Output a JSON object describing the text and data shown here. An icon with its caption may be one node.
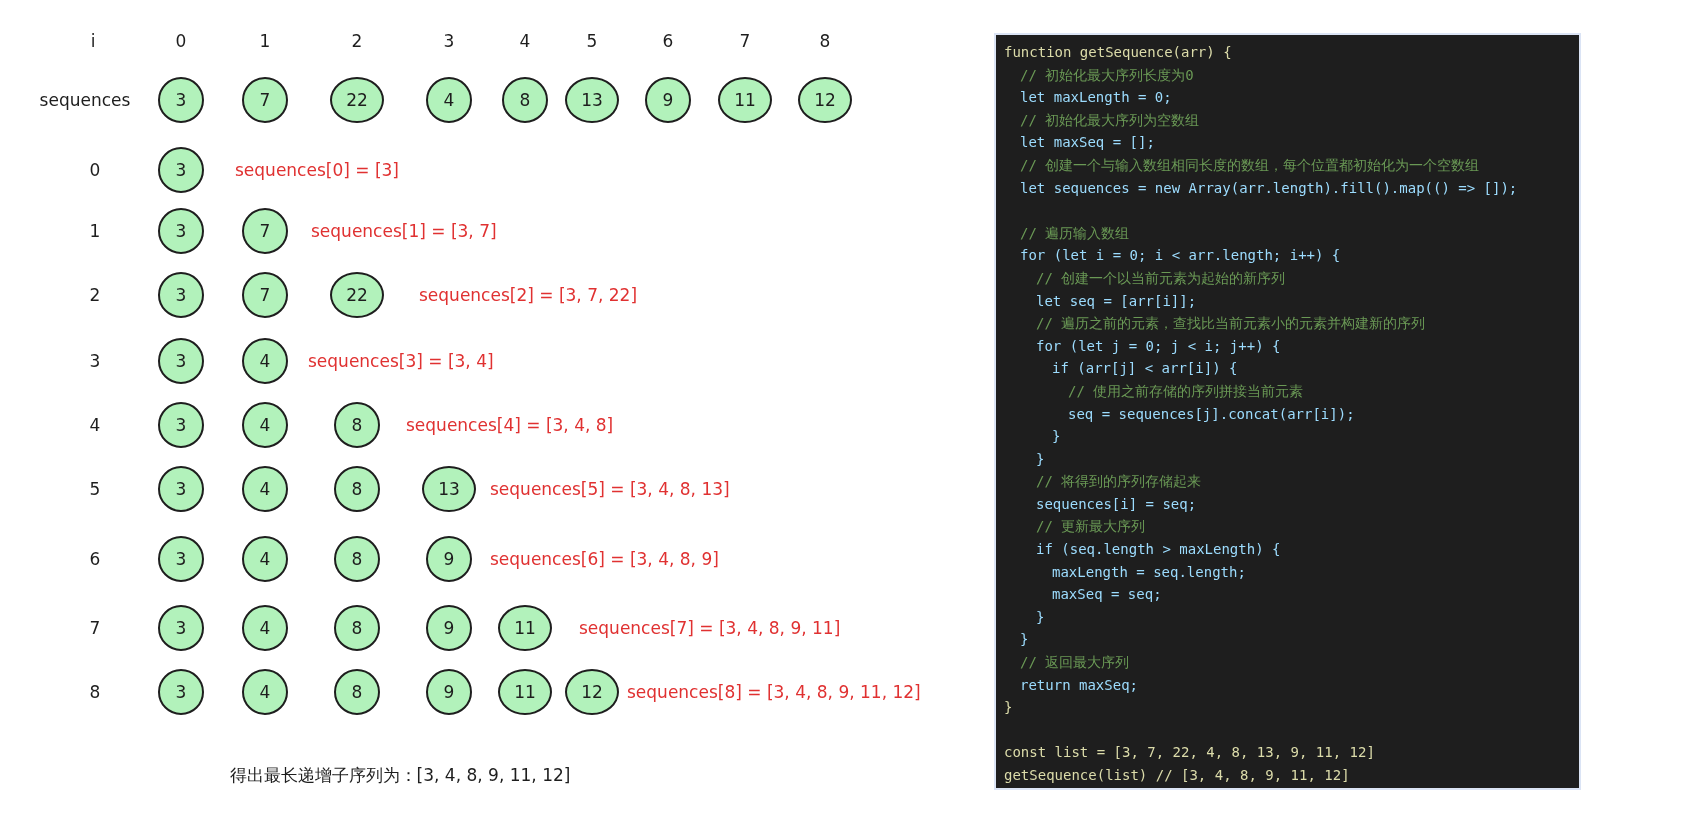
{
  "diagram": {
    "nodes": [
      {
        "text": [
          "3"
        ]
      },
      {
        "text": [
          "7"
        ]
      },
      {
        "text": [
          "22"
        ]
      },
      {
        "text": [
          "4"
        ]
      },
      {
        "text": [
          "8"
        ]
      },
      {
        "text": [
          "13"
        ]
      },
      {
        "text": [
          "9"
        ]
      },
      {
        "text": [
          "11"
        ]
      },
      {
        "text": [
          "12"
        ]
      },
      {
        "text": [
          "3"
        ]
      },
      {
        "text": [
          "3"
        ]
      },
      {
        "text": [
          "7"
        ]
      },
      {
        "text": [
          "3"
        ]
      },
      {
        "text": [
          "7"
        ]
      },
      {
        "text": [
          "22"
        ]
      },
      {
        "text": [
          "3"
        ]
      },
      {
        "text": [
          "4"
        ]
      },
      {
        "text": [
          "3"
        ]
      },
      {
        "text": [
          "4"
        ]
      },
      {
        "text": [
          "8"
        ]
      },
      {
        "text": [
          "3"
        ]
      },
      {
        "text": [
          "4"
        ]
      },
      {
        "text": [
          "8"
        ]
      },
      {
        "text": [
          "13"
        ]
      },
      {
        "text": [
          "3"
        ]
      },
      {
        "text": [
          "4"
        ]
      },
      {
        "text": [
          "8"
        ]
      },
      {
        "text": [
          "9"
        ]
      },
      {
        "text": [
          "3"
        ]
      },
      {
        "text": [
          "4"
        ]
      },
      {
        "text": [
          "8"
        ]
      },
      {
        "text": [
          "9"
        ]
      },
      {
        "text": [
          "11"
        ]
      },
      {
        "text": [
          "3"
        ]
      },
      {
        "text": [
          "4"
        ]
      },
      {
        "text": [
          "8"
        ]
      },
      {
        "text": [
          "9"
        ]
      },
      {
        "text": [
          "11"
        ]
      },
      {
        "text": [
          "12"
        ]
      },
      {
        "text": [
          "function getSequence(arr) {",
          "// 初始化最大序列长度为0",
          "let maxLength = 0;",
          "// 初始化最大序列为空数组",
          "let maxSeq = [];",
          "// 创建一个与输入数组相同长度的数组，每个位置都初始化为一个空数组",
          "let sequences = new Array(arr.length).fill().map(() => []);",
          "// 遍历输入数组",
          "for (let i = 0; i < arr.length; i++) {",
          "// 创建一个以当前元素为起始的新序列",
          "let seq = [arr[i]];",
          "// 遍历之前的元素，查找比当前元素小的元素并构建新的序列",
          "for (let j = 0; j < i; j++) {",
          "if (arr[j] < arr[i]) {",
          "// 使用之前存储的序列拼接当前元素",
          "seq = sequences[j].concat(arr[i]);",
          "}",
          "}",
          "// 将得到的序列存储起来",
          "sequences[i] = seq;",
          "// 更新最大序列",
          "if (seq.length > maxLength) {",
          "maxLength = seq.length;",
          "maxSeq = seq;",
          "}",
          "}",
          "// 返回最大序列",
          "return maxSeq;",
          "}",
          "const list = [3, 7, 22, 4, 8, 13, 9, 11, 12]",
          "getSequence(list) // [3, 4, 8, 9, 11, 12]"
        ]
      }
    ],
    "edges": [],
    "labels": [
      "i",
      "0",
      "1",
      "2",
      "3",
      "4",
      "5",
      "6",
      "7",
      "8",
      "sequences",
      "0",
      "sequences[0] = [3]",
      "1",
      "sequences[1] = [3, 7]",
      "2",
      "sequences[2] = [3, 7, 22]",
      "3",
      "sequences[3] = [3, 4]",
      "4",
      "sequences[4] = [3, 4, 8]",
      "5",
      "sequences[5] = [3, 4, 8, 13]",
      "6",
      "sequences[6] = [3, 4, 8, 9]",
      "7",
      "sequences[7] = [3, 4, 8, 9, 11]",
      "8",
      "sequences[8] = [3, 4, 8, 9, 11, 12]",
      "得出最长递增子序列为：[3, 4, 8, 9, 11, 12]"
    ]
  }
}
